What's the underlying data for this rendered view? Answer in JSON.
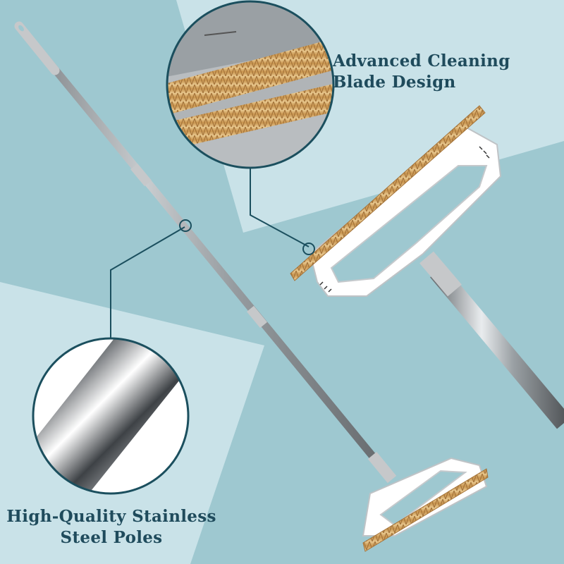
{
  "captions": {
    "blade": [
      "Advanced Cleaning",
      "Blade Design"
    ],
    "pole": [
      "High-Quality Stainless",
      "Steel Poles"
    ]
  },
  "colors": {
    "background": "#9ec8d0",
    "light_panel": "#c9e2e8",
    "caption_text": "#1f4b5c",
    "callout_line": "#1b4f5e",
    "blade_brass": "#d4a96a",
    "steel": "#b9bec2",
    "grip_gray": "#c6c8ca"
  }
}
